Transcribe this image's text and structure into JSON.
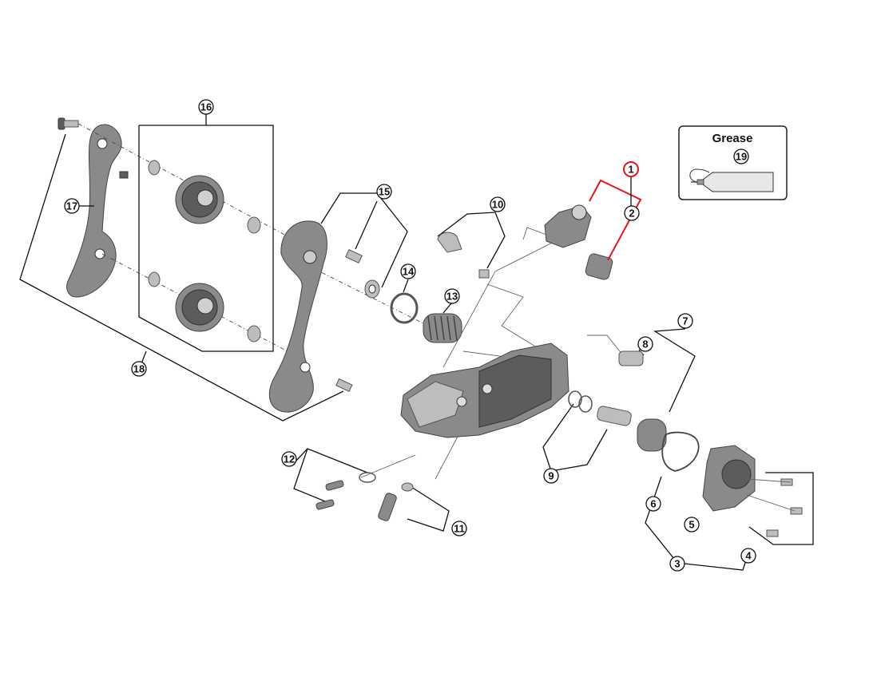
{
  "grease": {
    "title": "Grease",
    "number": "19"
  },
  "callouts": {
    "c1": "1",
    "c2": "2",
    "c3": "3",
    "c4": "4",
    "c5": "5",
    "c6": "6",
    "c7": "7",
    "c8": "8",
    "c9": "9",
    "c10": "10",
    "c11": "11",
    "c12": "12",
    "c13": "13",
    "c14": "14",
    "c15": "15",
    "c16": "16",
    "c17": "17",
    "c18": "18"
  },
  "colors": {
    "highlight": "#e8141e",
    "part": "#8a8a8a",
    "line": "#111111"
  }
}
